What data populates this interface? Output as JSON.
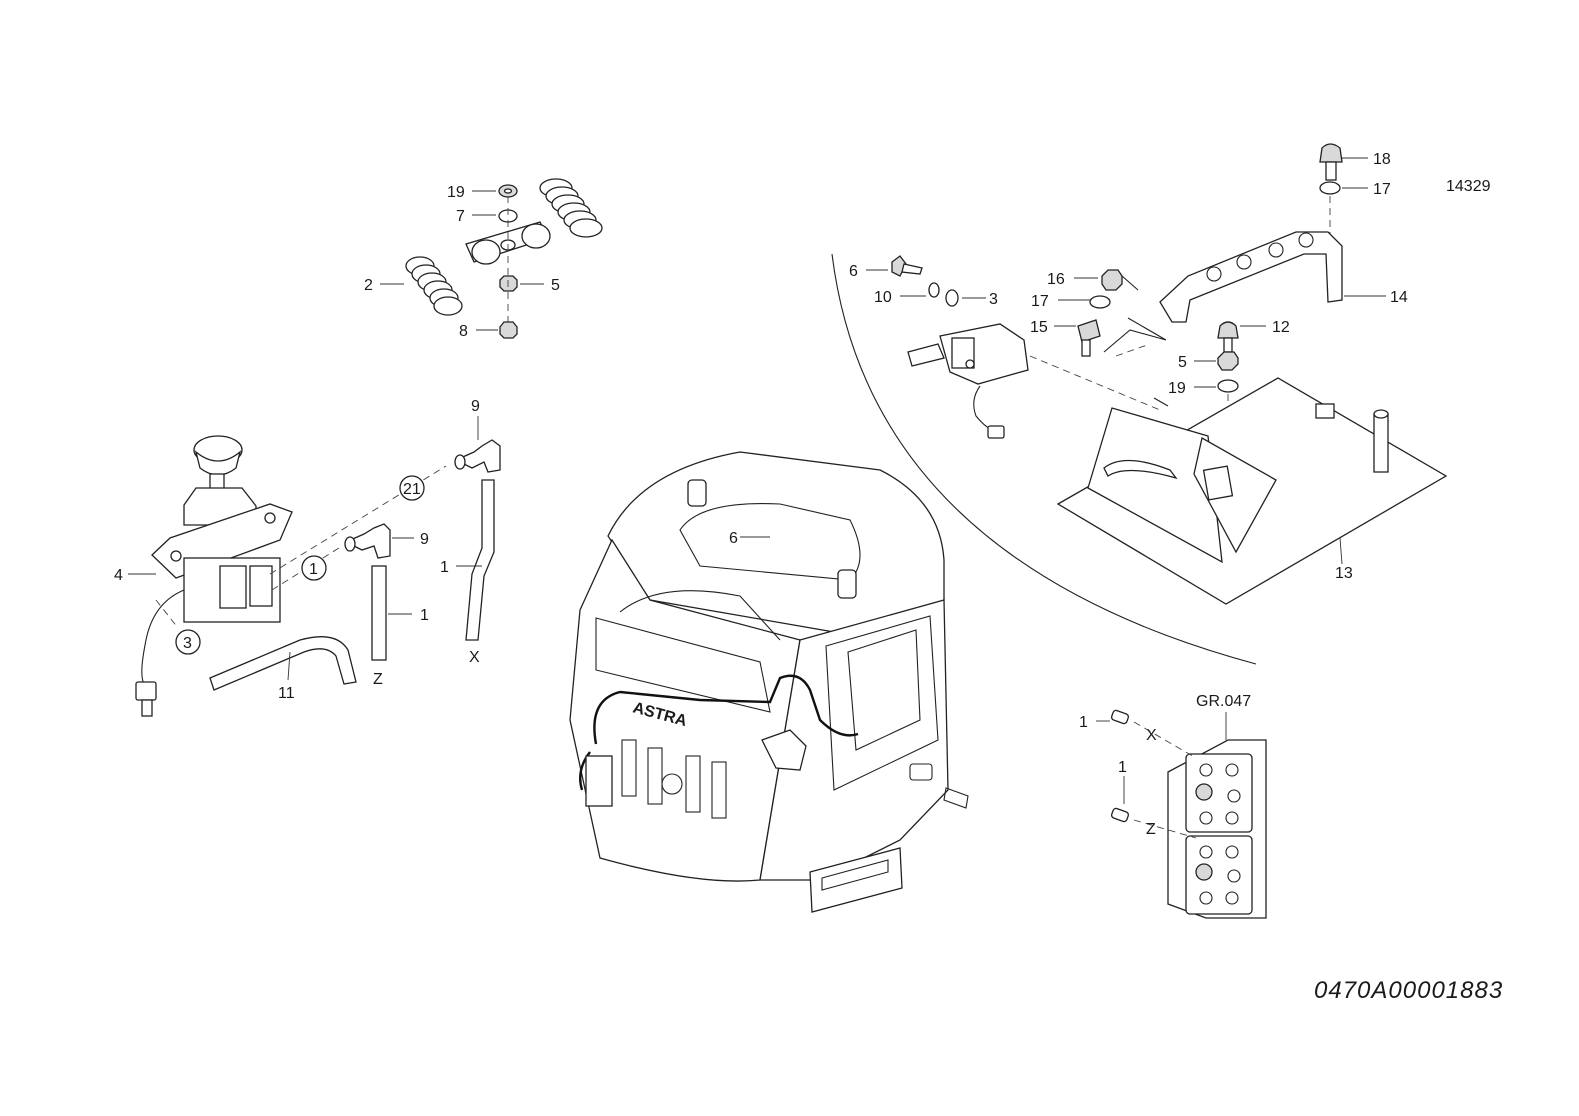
{
  "drawing_id": "14329",
  "document_code": "0470A00001883",
  "callouts": {
    "springs": {
      "c19": "19",
      "c7": "7",
      "c2": "2",
      "c5": "5",
      "c8": "8"
    },
    "lever": {
      "c4": "4",
      "c3": "3",
      "c1": "1",
      "c21": "21",
      "c9a": "9",
      "c9b": "9",
      "c1a": "1",
      "c1b": "1",
      "c11": "11",
      "cZ": "Z",
      "cX": "X"
    },
    "cab": {
      "c6": "6"
    },
    "bracket": {
      "c6": "6",
      "c10": "10",
      "c3": "3",
      "c16": "16",
      "c17a": "17",
      "c15": "15",
      "c18": "18",
      "c17b": "17",
      "c14": "14",
      "c12": "12",
      "c5": "5",
      "c19": "19",
      "c13": "13"
    },
    "connector": {
      "gr": "GR.047",
      "c1a": "1",
      "cX": "X",
      "c1b": "1",
      "cZ": "Z"
    }
  }
}
